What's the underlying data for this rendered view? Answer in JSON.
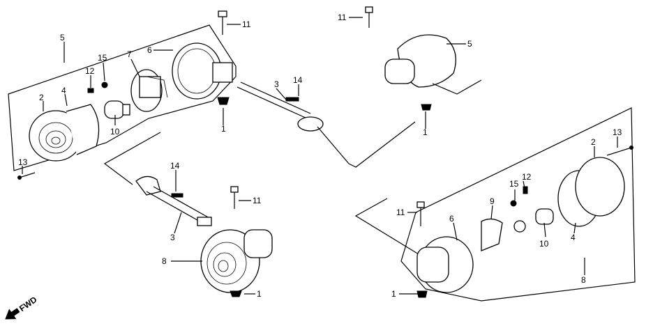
{
  "labels": {
    "l1a": "1",
    "l1b": "1",
    "l1c": "1",
    "l1d": "1",
    "l2a": "2",
    "l2b": "2",
    "l3a": "3",
    "l3b": "3",
    "l4a": "4",
    "l4b": "4",
    "l5a": "5",
    "l5b": "5",
    "l6a": "6",
    "l6b": "6",
    "l7": "7",
    "l8a": "8",
    "l8b": "8",
    "l9": "9",
    "l10a": "10",
    "l10b": "10",
    "l11a": "11",
    "l11b": "11",
    "l11c": "11",
    "l11d": "11",
    "l12a": "12",
    "l12b": "12",
    "l13a": "13",
    "l13b": "13",
    "l14a": "14",
    "l14b": "14",
    "l15a": "15",
    "l15b": "15"
  },
  "fwd": "FWD"
}
